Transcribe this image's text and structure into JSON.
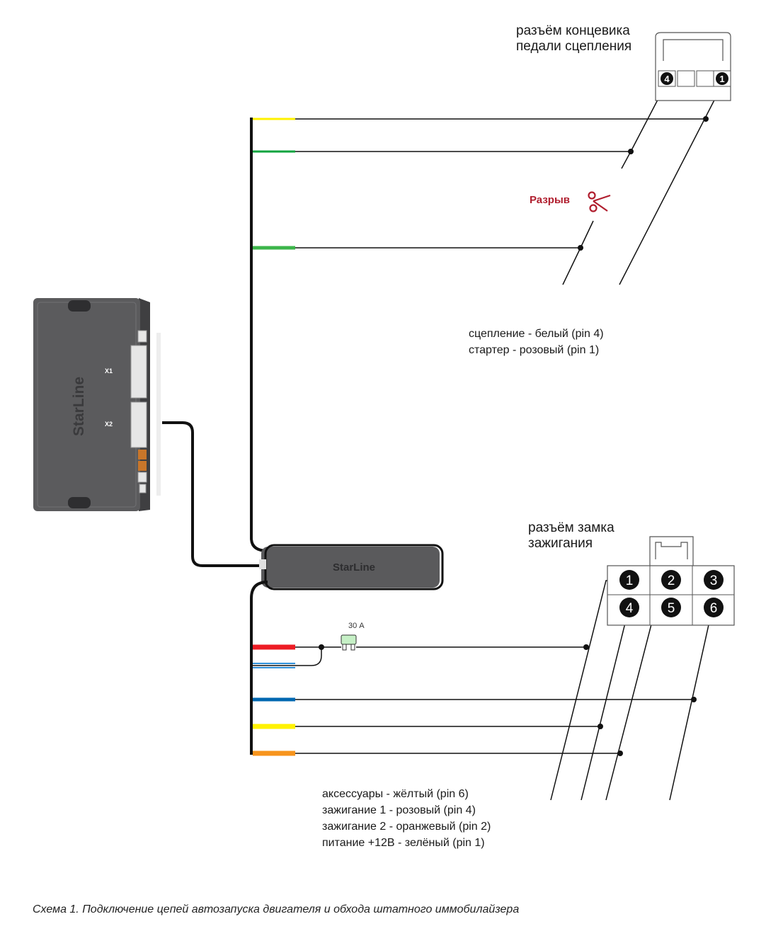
{
  "clutch_connector": {
    "title_line1": "разъём концевика",
    "title_line2": "педали сцепления",
    "pin_left": "4",
    "pin_right": "1"
  },
  "break_label": "Разрыв",
  "clutch_notes": [
    "сцепление - белый (pin 4)",
    "стартер - розовый (pin 1)"
  ],
  "main_unit": {
    "brand": "StarLine",
    "port_x1": "X1",
    "port_x2": "X2"
  },
  "module": {
    "brand": "StarLine"
  },
  "fuse": {
    "label": "30 А"
  },
  "ignition_connector": {
    "title_line1": "разъём замка",
    "title_line2": "зажигания",
    "pins": [
      "1",
      "2",
      "3",
      "4",
      "5",
      "6"
    ]
  },
  "ignition_notes": [
    "аксессуары - жёлтый (pin 6)",
    "зажигание 1 - розовый (pin 4)",
    "зажигание 2 - оранжевый (pin 2)",
    "питание +12В - зелёный (pin 1)"
  ],
  "caption": "Схема 1.  Подключение цепей автозапуска двигателя и обхода штатного иммобилайзера",
  "colors": {
    "wire_yellow": "#fff200",
    "wire_green": "#0aa33d",
    "wire_light_green": "#3cb54a",
    "wire_red": "#ed1c24",
    "wire_blue": "#0067b1",
    "wire_light_blue": "#2f8fd8",
    "wire_orange": "#f7941d",
    "break_red": "#b01e2e",
    "unit_body": "#58585a"
  }
}
